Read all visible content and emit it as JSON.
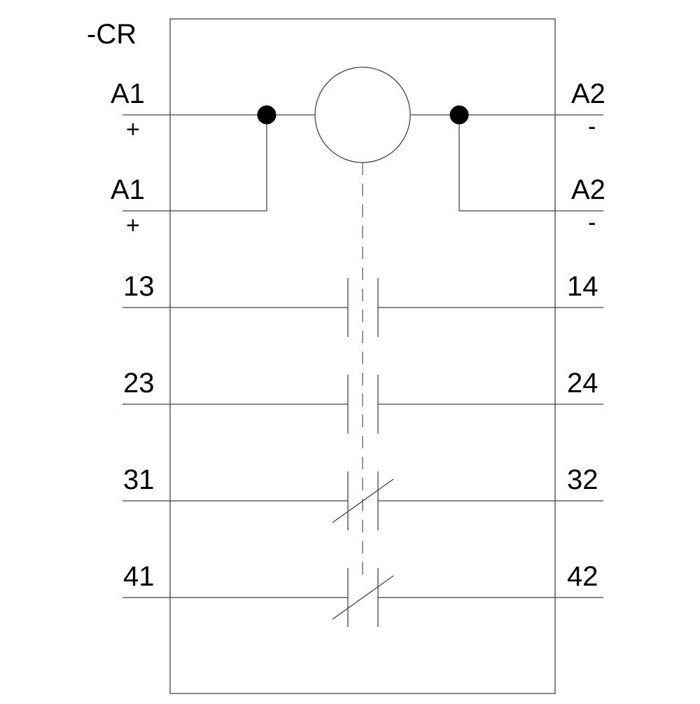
{
  "device": {
    "tag": "-CR"
  },
  "coil_terminals": {
    "left": [
      {
        "name": "A1",
        "polarity": "+"
      },
      {
        "name": "A1",
        "polarity": "+"
      }
    ],
    "right": [
      {
        "name": "A2",
        "polarity": "-"
      },
      {
        "name": "A2",
        "polarity": "-"
      }
    ]
  },
  "contacts": [
    {
      "in": "13",
      "out": "14",
      "type": "normally-open"
    },
    {
      "in": "23",
      "out": "24",
      "type": "normally-open"
    },
    {
      "in": "31",
      "out": "32",
      "type": "normally-closed"
    },
    {
      "in": "41",
      "out": "42",
      "type": "normally-closed"
    }
  ],
  "colors": {
    "line": "#444444",
    "text": "#000000",
    "background": "#ffffff"
  }
}
